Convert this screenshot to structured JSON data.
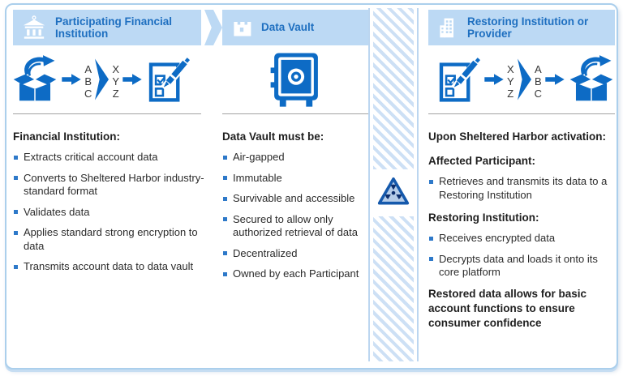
{
  "colors": {
    "icon_blue": "#0d6bc5",
    "header_background": "#bcd9f4",
    "header_text": "#1e6fc0",
    "body_text": "#2b2b2b",
    "bullet_square": "#2e79c9",
    "stripe_blue": "#cde0f5",
    "panel_border": "#abcfec",
    "hazard_fill": "#b6cde9",
    "hazard_border": "#1559ac"
  },
  "columns": [
    {
      "header": {
        "title": "Participating Financial Institution",
        "icon": "bank-icon"
      },
      "flow": {
        "left_letters": [
          "A",
          "B",
          "C"
        ],
        "right_letters": [
          "X",
          "Y",
          "Z"
        ]
      },
      "section": {
        "heading": "Financial Institution:",
        "bullets": [
          "Extracts critical account data",
          "Converts to Sheltered Harbor industry-standard format",
          "Validates data",
          "Applies standard strong encryption to data",
          "Transmits account data to data vault"
        ]
      }
    },
    {
      "header": {
        "title": "Data Vault",
        "icon": "castle-icon"
      },
      "section": {
        "heading": "Data Vault must be:",
        "bullets": [
          "Air-gapped",
          "Immutable",
          "Survivable and accessible",
          "Secured to allow only authorized retrieval of data",
          "Decentralized",
          "Owned by each Participant"
        ]
      }
    },
    {
      "header": {
        "title": "Restoring Institution or Provider",
        "icon": "building-icon"
      },
      "flow": {
        "left_letters": [
          "X",
          "Y",
          "Z"
        ],
        "right_letters": [
          "A",
          "B",
          "C"
        ]
      },
      "section": {
        "intro_heading": "Upon Sheltered Harbor activation:",
        "groups": [
          {
            "heading": "Affected Participant:",
            "bullets": [
              "Retrieves and transmits its data to a Restoring Institution"
            ]
          },
          {
            "heading": "Restoring Institution:",
            "bullets": [
              "Receives encrypted data",
              "Decrypts data and loads it onto its core platform"
            ]
          }
        ],
        "footer": "Restored data allows for basic account functions to ensure consumer confidence"
      }
    }
  ],
  "divider": {
    "icon": "radiation-warning-icon"
  }
}
